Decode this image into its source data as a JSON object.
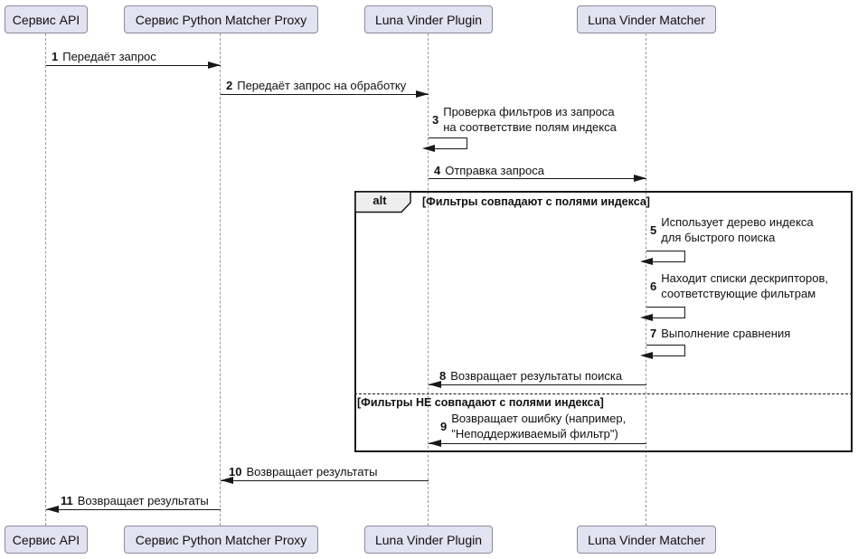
{
  "diagram": {
    "kind": "sequence",
    "participants": [
      {
        "label": "Сервис API"
      },
      {
        "label": "Сервис Python Matcher Proxy"
      },
      {
        "label": "Luna Vinder Plugin"
      },
      {
        "label": "Luna Vinder Matcher"
      }
    ],
    "alt_frame": {
      "operator": "alt",
      "condition_match": "[Фильтры совпадают с полями индекса]",
      "condition_no_match": "[Фильтры НЕ совпадают с полями индекса]"
    },
    "messages": [
      {
        "num": "1",
        "text": "Передаёт запрос",
        "from": "Сервис API",
        "to": "Сервис Python Matcher Proxy"
      },
      {
        "num": "2",
        "text": "Передаёт запрос на обработку",
        "from": "Сервис Python Matcher Proxy",
        "to": "Luna Vinder Plugin"
      },
      {
        "num": "3",
        "lines": [
          "Проверка фильтров из запроса",
          "на соответствие полям индекса"
        ],
        "from": "Luna Vinder Plugin",
        "to": "Luna Vinder Plugin"
      },
      {
        "num": "4",
        "text": "Отправка запроса",
        "from": "Luna Vinder Plugin",
        "to": "Luna Vinder Matcher"
      },
      {
        "num": "5",
        "lines": [
          "Использует дерево индекса",
          "для быстрого поиска"
        ],
        "from": "Luna Vinder Matcher",
        "to": "Luna Vinder Matcher"
      },
      {
        "num": "6",
        "lines": [
          "Находит списки дескрипторов,",
          "соответствующие фильтрам"
        ],
        "from": "Luna Vinder Matcher",
        "to": "Luna Vinder Matcher"
      },
      {
        "num": "7",
        "text": "Выполнение сравнения",
        "from": "Luna Vinder Matcher",
        "to": "Luna Vinder Matcher"
      },
      {
        "num": "8",
        "text": "Возвращает результаты поиска",
        "from": "Luna Vinder Matcher",
        "to": "Luna Vinder Plugin"
      },
      {
        "num": "9",
        "lines": [
          "Возвращает ошибку (например,",
          "\"Неподдерживаемый фильтр\")"
        ],
        "from": "Luna Vinder Matcher",
        "to": "Luna Vinder Plugin"
      },
      {
        "num": "10",
        "text": "Возвращает результаты",
        "from": "Luna Vinder Plugin",
        "to": "Сервис Python Matcher Proxy"
      },
      {
        "num": "11",
        "text": "Возвращает результаты",
        "from": "Сервис Python Matcher Proxy",
        "to": "Сервис API"
      }
    ]
  },
  "colors": {
    "participant_fill": "#E2E2F0",
    "participant_border": "#8a8aa0",
    "line": "#181818",
    "lifeline": "#999999",
    "frame_label_fill": "#EEEEEE",
    "text": "#111111",
    "background": "#FFFFFF"
  }
}
